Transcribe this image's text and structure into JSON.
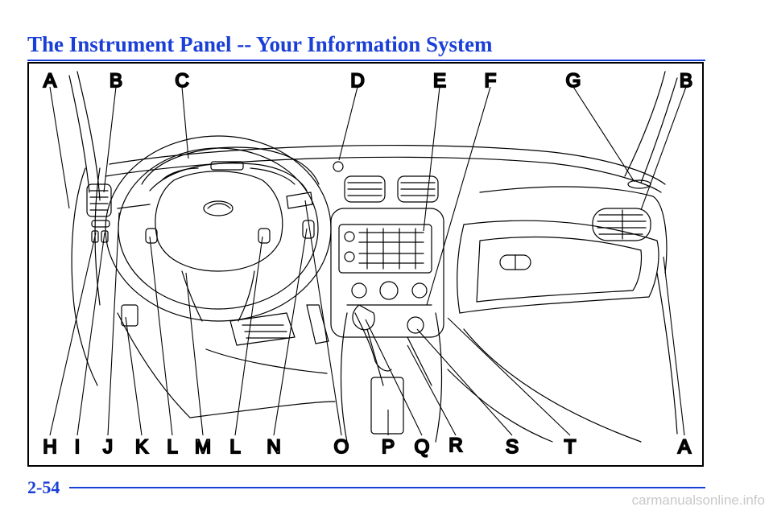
{
  "page": {
    "title": "The Instrument Panel -- Your Information System",
    "page_number": "2-54",
    "watermark": "carmanualsonline.info"
  },
  "figure": {
    "subject": "instrument-panel-line-drawing",
    "top_callouts": [
      "A",
      "B",
      "C",
      "D",
      "E",
      "F",
      "G",
      "B"
    ],
    "bottom_callouts": [
      "H",
      "I",
      "J",
      "K",
      "L",
      "M",
      "L",
      "N",
      "O",
      "P",
      "Q",
      "R",
      "S",
      "T",
      "A"
    ]
  }
}
